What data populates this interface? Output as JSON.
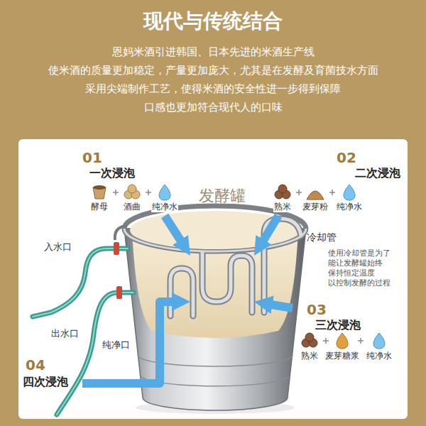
{
  "diagram": {
    "title": "现代与传统结合",
    "nodes": [
      {
        "text": [
          "发酵罐"
        ]
      },
      {
        "text": [
          "01",
          "一次浸泡",
          "酵母",
          "酒曲",
          "纯净水"
        ]
      },
      {
        "text": [
          "02",
          "二次浸泡",
          "熟米",
          "麦芽粉",
          "纯净水"
        ]
      },
      {
        "text": [
          "03",
          "三次浸泡",
          "熟米",
          "麦芽糖浆",
          "纯净水"
        ]
      },
      {
        "text": [
          "04",
          "四次浸泡"
        ]
      }
    ],
    "edges": [
      {
        "from": 1,
        "to": 0,
        "arrow": "to"
      },
      {
        "from": 2,
        "to": 0,
        "arrow": "to"
      },
      {
        "from": 3,
        "to": 0,
        "arrow": "to"
      },
      {
        "from": 4,
        "to": 0,
        "arrow": "to"
      }
    ],
    "labels": [
      "恩妈米酒引进韩国、日本先进的米酒生产线",
      "使米酒的质量更加稳定，产量更加庞大，尤其是在发酵及育菌技水方面",
      "采用尖端制作工艺，使得米酒的安全性进一步得到保障",
      "口感也更加符合现代人的口味",
      "冷却管",
      "使用冷却管是为了",
      "能让发酵罐始终",
      "保持恒定温度",
      "以控制发酵的过程",
      "入水口",
      "出水口",
      "纯净口"
    ]
  }
}
